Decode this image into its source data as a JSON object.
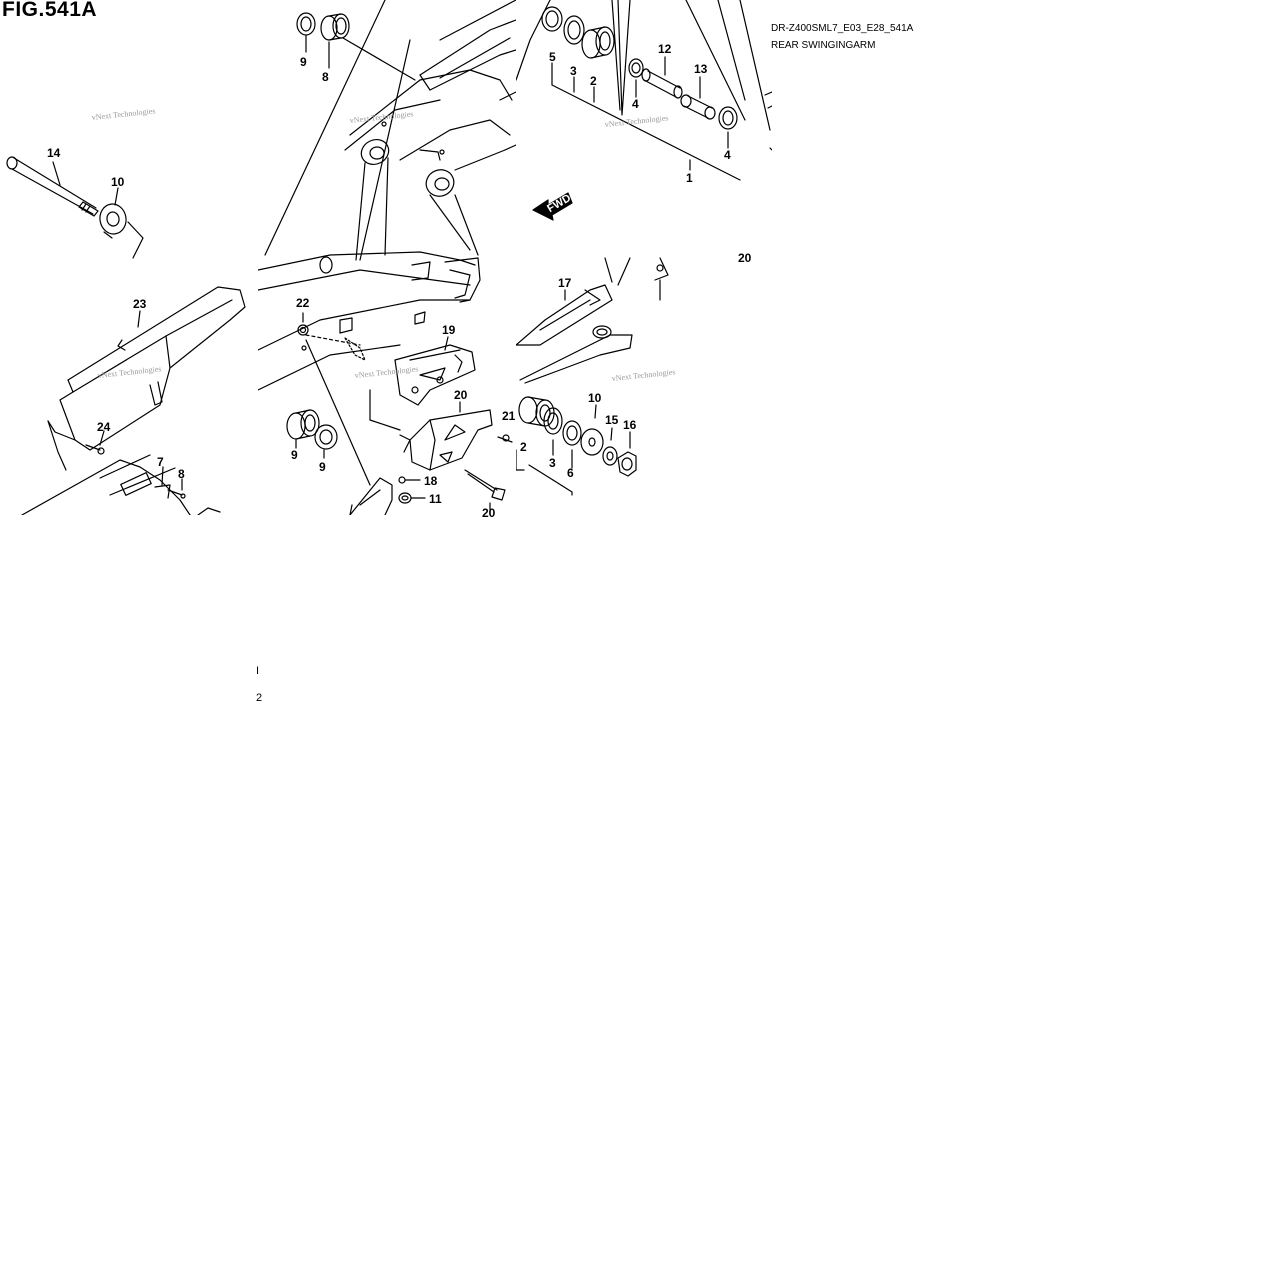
{
  "figure": {
    "title": "FIG.541A",
    "code": "DR-Z400SML7_E03_E28_541A",
    "subtitle": "REAR SWINGINGARM",
    "fwd_label": "FWD",
    "watermark": "vNext Technologies"
  },
  "callouts": [
    {
      "id": "c1",
      "label": "1"
    },
    {
      "id": "c2a",
      "label": "2"
    },
    {
      "id": "c2b",
      "label": "2"
    },
    {
      "id": "c3a",
      "label": "3"
    },
    {
      "id": "c3b",
      "label": "3"
    },
    {
      "id": "c4a",
      "label": "4"
    },
    {
      "id": "c4b",
      "label": "4"
    },
    {
      "id": "c5a",
      "label": "5"
    },
    {
      "id": "c5b",
      "label": "5"
    },
    {
      "id": "c6",
      "label": "6"
    },
    {
      "id": "c7",
      "label": "7"
    },
    {
      "id": "c8a",
      "label": "8"
    },
    {
      "id": "c8b",
      "label": "8"
    },
    {
      "id": "c9a",
      "label": "9"
    },
    {
      "id": "c9b",
      "label": "9"
    },
    {
      "id": "c10a",
      "label": "10"
    },
    {
      "id": "c10b",
      "label": "10"
    },
    {
      "id": "c11a",
      "label": "11"
    },
    {
      "id": "c11b",
      "label": "11"
    },
    {
      "id": "c12",
      "label": "12"
    },
    {
      "id": "c13",
      "label": "13"
    },
    {
      "id": "c14",
      "label": "14"
    },
    {
      "id": "c15",
      "label": "15"
    },
    {
      "id": "c16",
      "label": "16"
    },
    {
      "id": "c17",
      "label": "17"
    },
    {
      "id": "c18",
      "label": "18"
    },
    {
      "id": "c19",
      "label": "19"
    },
    {
      "id": "c20a",
      "label": "20"
    },
    {
      "id": "c20b",
      "label": "20"
    },
    {
      "id": "c21",
      "label": "21"
    },
    {
      "id": "c22",
      "label": "22"
    },
    {
      "id": "c23",
      "label": "23"
    },
    {
      "id": "c24",
      "label": "24"
    }
  ],
  "fragments": {
    "f1": "I",
    "f2": "2"
  }
}
